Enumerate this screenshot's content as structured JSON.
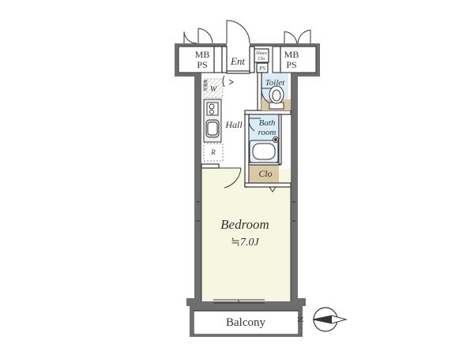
{
  "rooms": {
    "mb_ps_left": "MB\nPS",
    "mb_ps_right": "MB\nPS",
    "entrance": "Ent",
    "shoe_closet": "Shoes\nClo",
    "ps_small": "PS",
    "toilet": "Toilet",
    "washer": "W",
    "washer_pan": "洗濯機",
    "hall": "Hall",
    "refrigerator": "R",
    "bathroom": "Bath\nroom",
    "closet": "Clo",
    "bedroom": "Bedroom",
    "bedroom_size": "≒7.0J",
    "balcony": "Balcony"
  },
  "compass": {
    "label": "N"
  },
  "colors": {
    "wall": "#6e6e6e",
    "bedroom": "#f7f7e1",
    "wet_area": "#d9ecf7",
    "wood": "#d8c8a4",
    "outline": "#333333"
  }
}
